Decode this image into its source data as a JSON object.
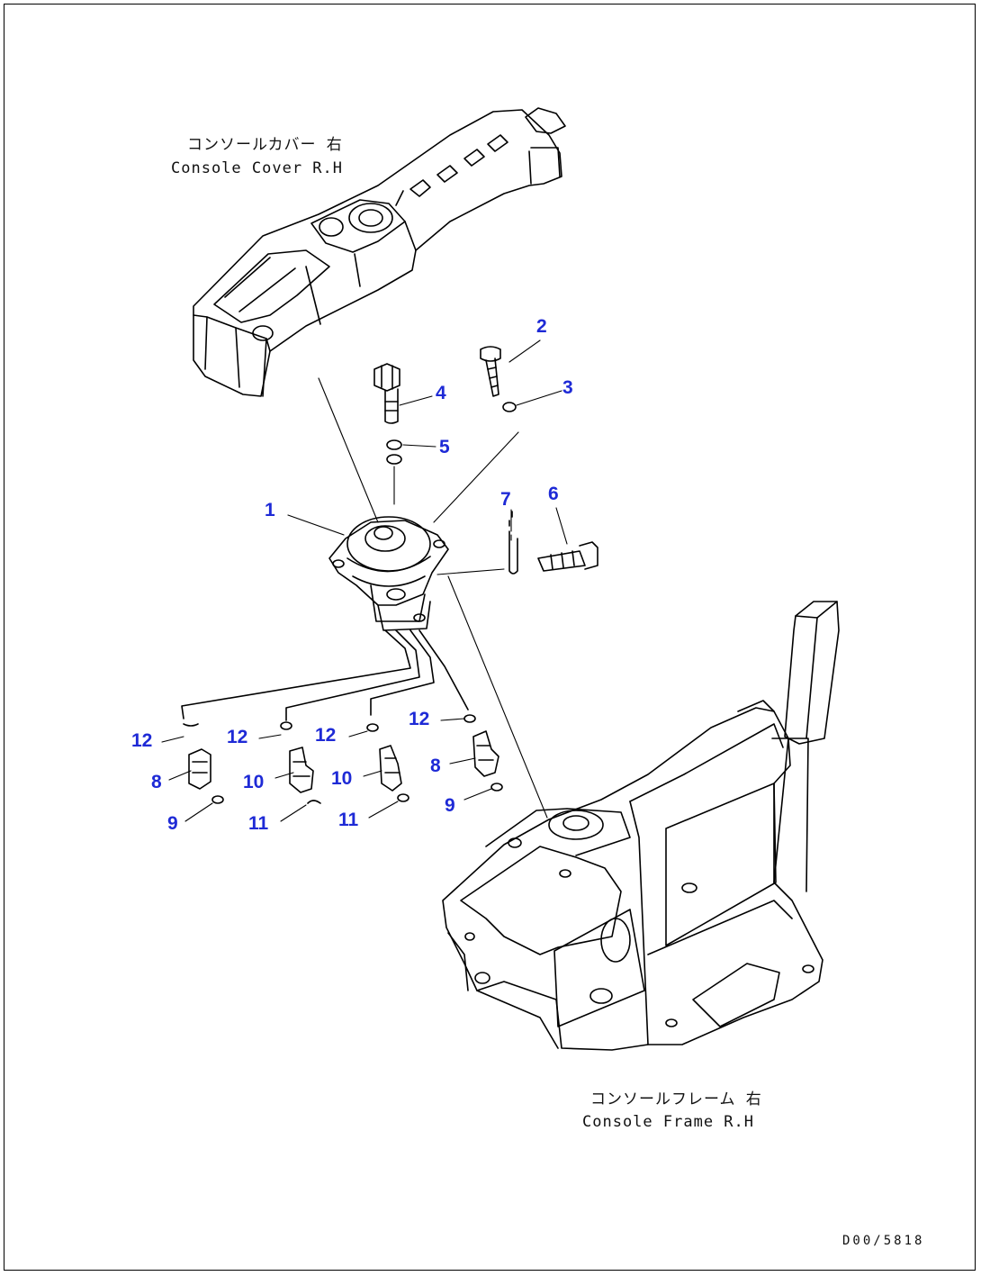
{
  "labels": {
    "cover_jp": "コンソールカバー 右",
    "cover_en": "Console Cover R.H",
    "frame_jp": "コンソールフレーム 右",
    "frame_en": "Console Frame R.H",
    "drawing_code": "D00/5818"
  },
  "callouts": {
    "c1": "1",
    "c2": "2",
    "c3": "3",
    "c4": "4",
    "c5": "5",
    "c6": "6",
    "c7": "7",
    "c12a": "12",
    "c12b": "12",
    "c12c": "12",
    "c12d": "12",
    "c8a": "8",
    "c8b": "8",
    "c10a": "10",
    "c10b": "10",
    "c9a": "9",
    "c9b": "9",
    "c11a": "11",
    "c11b": "11"
  },
  "colors": {
    "callout": "#1e2ad6",
    "line": "#000000"
  }
}
